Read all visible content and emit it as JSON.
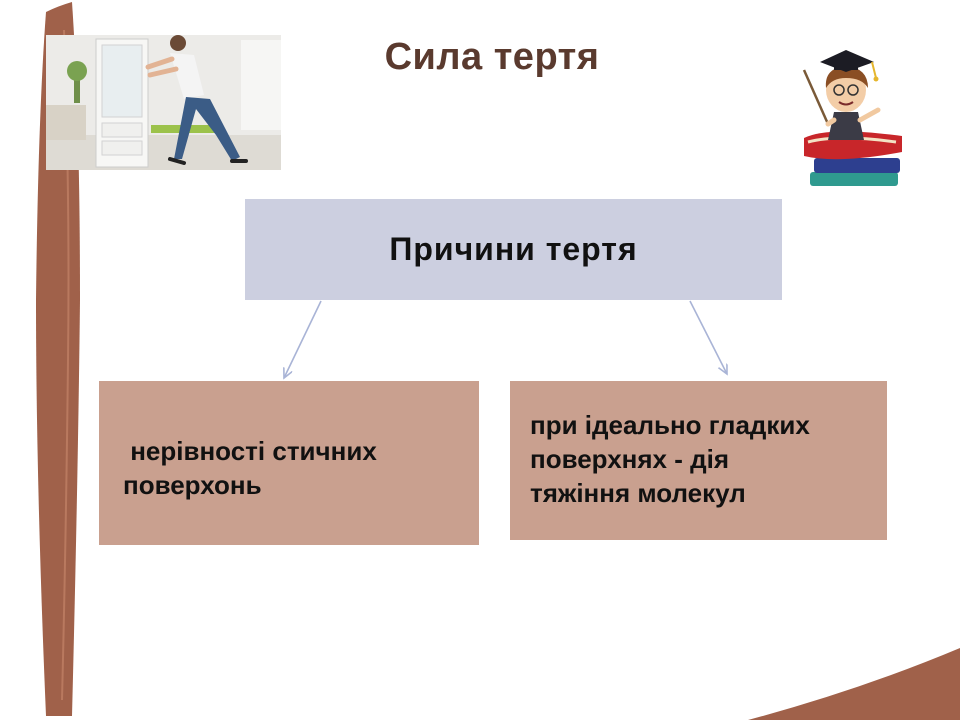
{
  "title": "Сила тертя",
  "diagram": {
    "root": "Причини тертя",
    "left_lines": [
      " нерівності стичних",
      "поверхонь"
    ],
    "right_lines": [
      "при ідеально гладких",
      "поверхнях - дія",
      "тяжіння молекул"
    ]
  },
  "colors": {
    "title": "#5a3a2e",
    "root_box": "#cccfe0",
    "child_box": "#c9a08f",
    "decoration": "#a0614a",
    "arrow": "#a9b4d6"
  },
  "images": {
    "photo": "man-pushing-fridge-photo",
    "mascot": "professor-on-books-icon"
  }
}
